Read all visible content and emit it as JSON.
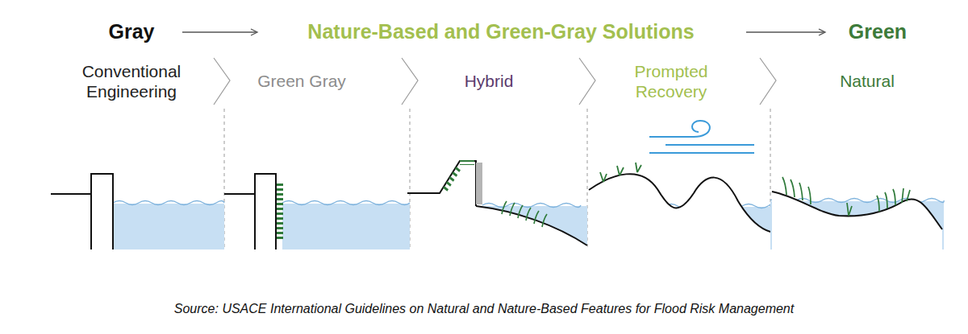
{
  "diagram": {
    "caption": "Source: USACE International Guidelines on Natural and Nature-Based Features for Flood Risk Management",
    "labels": [
      "Gray",
      "Nature-Based and Green-Gray Solutions",
      "Green",
      "Conventional Engineering",
      "Green Gray",
      "Hybrid",
      "Prompted Recovery",
      "Natural"
    ]
  }
}
